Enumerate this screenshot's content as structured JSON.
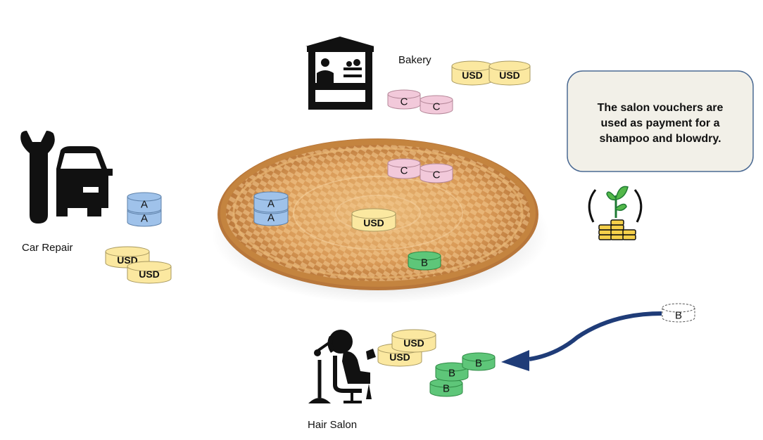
{
  "labels": {
    "bakery": "Bakery",
    "car_repair": "Car Repair",
    "hair_salon": "Hair Salon"
  },
  "note": {
    "lines": [
      "The salon vouchers are",
      "used as payment for a",
      "shampoo and blowdry."
    ]
  },
  "tokens": {
    "usd": "USD",
    "a": "A",
    "b": "B",
    "c": "C"
  },
  "colors": {
    "usd_fill": "#fbe8a0",
    "a_fill": "#9fc2ea",
    "b_fill": "#5ec679",
    "c_fill": "#f2c9da",
    "arrow": "#1f3c78",
    "note_fill": "#f2f0e8",
    "note_border": "#4b6a93",
    "basket": "#d9a465"
  },
  "icons": [
    "bakery-stall-icon",
    "car-repair-icon",
    "hair-salon-icon",
    "growth-coins-icon",
    "basket-image"
  ]
}
